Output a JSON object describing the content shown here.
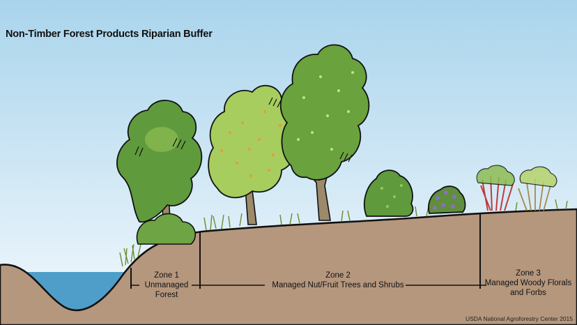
{
  "diagram": {
    "title": "Non-Timber Forest Products Riparian Buffer",
    "zones": [
      {
        "name": "Zone 1",
        "line1": "Unmanaged",
        "line2": "Forest"
      },
      {
        "name": "Zone 2",
        "line1": "Managed Nut/Fruit Trees and Shrubs",
        "line2": ""
      },
      {
        "name": "Zone 3",
        "line1": "Managed Woody Florals",
        "line2": "and Forbs"
      }
    ],
    "credit": "USDA National Agroforestry Center 2015"
  },
  "colors": {
    "sky_top": "#a9d4ec",
    "sky_bottom": "#f3f9fd",
    "water": "#4f9ec9",
    "soil": "#b5977e",
    "outline": "#111111",
    "foliage": "#5f9b3c",
    "foliage_light": "#9cc65a",
    "trunk": "#9c8a6a",
    "fruit": "#e89a3a",
    "flowers": "#8a6fc2",
    "woody_red": "#c23a3a"
  },
  "icons": [
    "forest-tree-icon",
    "nut-tree-icon",
    "fruit-tree-icon",
    "shrub-icon",
    "flowering-shrub-icon",
    "woody-floral-icon",
    "grass-icon"
  ]
}
